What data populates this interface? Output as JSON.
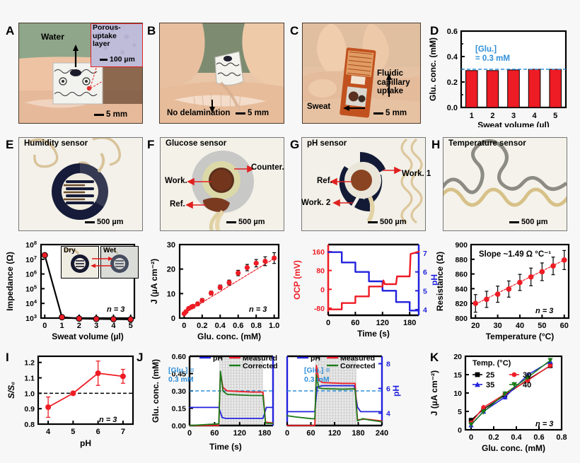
{
  "figure": {
    "background": "#f7f7f7",
    "accent_red": "#ee1c25",
    "accent_blue": "#2222dd",
    "accent_green": "#1a7a1a",
    "dash_blue": "#2f8fd8"
  },
  "panels": {
    "A": {
      "label": "A",
      "annotations": {
        "water": "Water",
        "porous_uptake_layer": "Porous-\nuptake\nlayer",
        "inset_scale": "100 µm",
        "scale": "5 mm"
      }
    },
    "B": {
      "label": "B",
      "annotations": {
        "no_delamination": "No delamination",
        "scale": "5 mm"
      }
    },
    "C": {
      "label": "C",
      "annotations": {
        "fluidic": "Fluidic\ncapillary\nuptake",
        "sweat": "Sweat",
        "scale": "5 mm"
      }
    },
    "D": {
      "label": "D",
      "annotation": "[Glu.]\n= 0.3 mM",
      "chart_data": {
        "type": "bar",
        "categories": [
          "1",
          "2",
          "3",
          "4",
          "5"
        ],
        "values": [
          0.29,
          0.29,
          0.295,
          0.3,
          0.3
        ],
        "reference_line": 0.3,
        "title": "",
        "xlabel": "Sweat volume (µl)",
        "ylabel": "Glu. conc. (mM)",
        "ylim": [
          0.0,
          0.6
        ],
        "yticks": [
          "0.0",
          "0.2",
          "0.4",
          "0.6"
        ],
        "grid": false,
        "bar_color": "#ee1c25"
      }
    },
    "E": {
      "label": "E",
      "photo_caption": "Humidity sensor",
      "scale": "500 µm",
      "inset": {
        "dry": "Dry",
        "wet": "Wet"
      },
      "n_label": "n = 3",
      "chart_data": {
        "type": "line",
        "x": [
          0,
          1,
          2,
          3,
          4,
          5
        ],
        "values": [
          19000000,
          1150,
          930,
          880,
          850,
          820
        ],
        "xlabel": "Sweat volume (µl)",
        "ylabel": "Impedance (Ω)",
        "xticks": [
          "0",
          "1",
          "2",
          "3",
          "4",
          "5"
        ],
        "yticks": [
          "10³",
          "10⁴",
          "10⁵",
          "10⁶",
          "10⁷",
          "10⁸"
        ],
        "yscale": "log",
        "ylim": [
          1000,
          100000000
        ],
        "marker_color": "#ee1c25",
        "line_color": "#000000"
      }
    },
    "F": {
      "label": "F",
      "photo_caption": "Glucose sensor",
      "scale": "500 µm",
      "markers": {
        "counter": "Counter.",
        "work": "Work.",
        "ref": "Ref."
      },
      "n_label": "n = 3",
      "chart_data": {
        "type": "scatter",
        "x": [
          0.0,
          0.02,
          0.05,
          0.08,
          0.1,
          0.15,
          0.2,
          0.3,
          0.4,
          0.5,
          0.6,
          0.7,
          0.8,
          0.9,
          1.0
        ],
        "values": [
          1.8,
          2.6,
          3.9,
          4.5,
          4.8,
          5.8,
          7.2,
          10.2,
          12.6,
          14.5,
          18.4,
          20.6,
          22.4,
          23.2,
          24.5
        ],
        "errors": [
          0.5,
          0.5,
          0.6,
          0.6,
          0.7,
          0.7,
          0.8,
          0.8,
          0.9,
          1.0,
          1.1,
          1.3,
          1.5,
          1.8,
          2.2
        ],
        "xlabel": "Glu. conc. (mM)",
        "ylabel": "J (µA cm⁻²)",
        "xticks": [
          "0",
          "0.2",
          "0.4",
          "0.6",
          "0.8",
          "1.0"
        ],
        "yticks": [
          "0",
          "10",
          "20",
          "30"
        ],
        "xlim": [
          -0.05,
          1.05
        ],
        "ylim": [
          0,
          30
        ],
        "marker_color": "#ee1c25",
        "fit": "linear"
      }
    },
    "G": {
      "label": "G",
      "photo_caption": "pH sensor",
      "scale": "500 µm",
      "markers": {
        "work1": "Work. 1",
        "ref": "Ref.",
        "work2": "Work. 2"
      },
      "chart_data": {
        "type": "line",
        "xlabel": "Time (s)",
        "ylabel_left": "OCP (mV)",
        "ylabel_right": "pH",
        "xticks": [
          "0",
          "60",
          "120",
          "180"
        ],
        "yticks_left": [
          "-80",
          "0",
          "80",
          "160"
        ],
        "yticks_right": [
          "4",
          "5",
          "6",
          "7"
        ],
        "xlim": [
          0,
          200
        ],
        "ylim_left": [
          -110,
          190
        ],
        "ylim_right": [
          3.7,
          7.45
        ],
        "series": [
          {
            "name": "OCP",
            "color": "#ee1c25",
            "steps": [
              [
                0,
                -85
              ],
              [
                30,
                -85
              ],
              [
                30,
                -58
              ],
              [
                60,
                -58
              ],
              [
                60,
                -30
              ],
              [
                90,
                -30
              ],
              [
                90,
                12
              ],
              [
                120,
                12
              ],
              [
                122,
                38
              ],
              [
                125,
                22
              ],
              [
                150,
                22
              ],
              [
                152,
                55
              ],
              [
                180,
                55
              ],
              [
                182,
                150
              ],
              [
                200,
                160
              ]
            ]
          },
          {
            "name": "pH",
            "color": "#2222dd",
            "steps": [
              [
                0,
                7.05
              ],
              [
                30,
                7.05
              ],
              [
                30,
                6.5
              ],
              [
                60,
                6.5
              ],
              [
                60,
                6.0
              ],
              [
                90,
                6.0
              ],
              [
                90,
                5.5
              ],
              [
                120,
                5.5
              ],
              [
                120,
                5.0
              ],
              [
                150,
                5.0
              ],
              [
                150,
                4.4
              ],
              [
                180,
                4.4
              ],
              [
                180,
                3.95
              ],
              [
                200,
                3.95
              ]
            ]
          }
        ]
      }
    },
    "H": {
      "label": "H",
      "photo_caption": "Temperature sensor",
      "scale": "500 µm",
      "slope_label": "Slope ~1.49 Ω °C⁻¹",
      "n_label": "n = 3",
      "chart_data": {
        "type": "scatter",
        "x": [
          20,
          25,
          30,
          35,
          40,
          45,
          50,
          55,
          60
        ],
        "values": [
          820,
          825.5,
          832.5,
          839.5,
          848.5,
          856,
          863,
          871,
          879
        ],
        "errors": [
          12,
          11,
          11,
          11,
          11,
          12,
          12,
          12,
          13
        ],
        "xlabel": "Temperature (°C)",
        "ylabel": "Resistance (Ω)",
        "xticks": [
          "20",
          "30",
          "40",
          "50",
          "60"
        ],
        "yticks": [
          "800",
          "820",
          "840",
          "860",
          "880",
          "900"
        ],
        "xlim": [
          18,
          62
        ],
        "ylim": [
          800,
          900
        ],
        "marker_color": "#ee1c25"
      }
    },
    "I": {
      "label": "I",
      "n_label": "n = 3",
      "chart_data": {
        "type": "line",
        "x": [
          4,
          5,
          6,
          7
        ],
        "values": [
          0.91,
          1.0,
          1.13,
          1.11
        ],
        "errors": [
          0.066,
          0.0,
          0.079,
          0.045
        ],
        "reference_line": 1.0,
        "xlabel": "pH",
        "ylabel": "S/S₀",
        "xticks": [
          "4",
          "5",
          "6",
          "7"
        ],
        "yticks": [
          "0.8",
          "0.9",
          "1.0",
          "1.1",
          "1.2"
        ],
        "xlim": [
          3.6,
          7.4
        ],
        "ylim": [
          0.8,
          1.24
        ],
        "marker_color": "#ee1c25"
      }
    },
    "J": {
      "label": "J",
      "xlabel": "Time (s)",
      "legend": [
        {
          "name": "pH",
          "color": "#2222dd"
        },
        {
          "name": "Measured",
          "color": "#ee1c25"
        },
        {
          "name": "Corrected",
          "color": "#1a7a1a"
        }
      ],
      "annotation": "[Glu.] =\n0.3 mM",
      "charts": [
        {
          "type": "line",
          "ylabel": "Glu. conc. (mM)",
          "xticks": [
            "0",
            "60",
            "120",
            "180"
          ],
          "yticks": [
            "0.00",
            "0.15",
            "0.30",
            "0.45",
            "0.60"
          ],
          "xlim": [
            0,
            200
          ],
          "ylim": [
            0.0,
            0.6
          ],
          "reference_line": 0.3,
          "shaded_region": [
            72,
            176
          ],
          "series": [
            {
              "name": "pH",
              "color": "#2222dd",
              "points": [
                [
                  0,
                  0.157
                ],
                [
                  70,
                  0.157
                ],
                [
                  78,
                  0.07
                ],
                [
                  86,
                  0.062
                ],
                [
                  176,
                  0.062
                ],
                [
                  184,
                  0.157
                ],
                [
                  200,
                  0.157
                ]
              ]
            },
            {
              "name": "Measured",
              "color": "#ee1c25",
              "points": [
                [
                  0,
                  0.0
                ],
                [
                  70,
                  0.0
                ],
                [
                  74,
                  0.46
                ],
                [
                  80,
                  0.33
                ],
                [
                  90,
                  0.3
                ],
                [
                  120,
                  0.295
                ],
                [
                  150,
                  0.29
                ],
                [
                  176,
                  0.29
                ],
                [
                  182,
                  0.03
                ],
                [
                  200,
                  0.022
                ]
              ]
            },
            {
              "name": "Corrected",
              "color": "#1a7a1a",
              "points": [
                [
                  0,
                  0.0
                ],
                [
                  70,
                  0.015
                ],
                [
                  74,
                  0.47
                ],
                [
                  80,
                  0.3
                ],
                [
                  90,
                  0.27
                ],
                [
                  120,
                  0.265
                ],
                [
                  150,
                  0.26
                ],
                [
                  176,
                  0.26
                ],
                [
                  182,
                  0.02
                ],
                [
                  200,
                  0.018
                ]
              ]
            }
          ]
        },
        {
          "type": "line",
          "ylabel_right": "pH",
          "xticks": [
            "0",
            "60",
            "120",
            "180",
            "240"
          ],
          "yticks_right": [
            "4",
            "6",
            "8"
          ],
          "xlim": [
            0,
            240
          ],
          "ylim": [
            0.0,
            0.6
          ],
          "ylim_right": [
            3.0,
            8.6
          ],
          "reference_line": 0.3,
          "shaded_region": [
            72,
            176
          ],
          "series": [
            {
              "name": "pH",
              "color": "#2222dd",
              "points": [
                [
                  0,
                  0.12
                ],
                [
                  70,
                  0.12
                ],
                [
                  76,
                  0.335
                ],
                [
                  90,
                  0.345
                ],
                [
                  170,
                  0.345
                ],
                [
                  178,
                  0.16
                ],
                [
                  186,
                  0.12
                ],
                [
                  240,
                  0.12
                ]
              ]
            },
            {
              "name": "Measured",
              "color": "#ee1c25",
              "points": [
                [
                  0,
                  0.0
                ],
                [
                  70,
                  0.0
                ],
                [
                  74,
                  0.52
                ],
                [
                  80,
                  0.39
                ],
                [
                  90,
                  0.372
                ],
                [
                  140,
                  0.365
                ],
                [
                  172,
                  0.365
                ],
                [
                  178,
                  0.05
                ],
                [
                  200,
                  0.055
                ],
                [
                  240,
                  0.04
                ]
              ]
            },
            {
              "name": "Corrected",
              "color": "#1a7a1a",
              "points": [
                [
                  0,
                  0.085
                ],
                [
                  20,
                  0.075
                ],
                [
                  60,
                  0.06
                ],
                [
                  70,
                  0.058
                ],
                [
                  74,
                  0.44
                ],
                [
                  80,
                  0.325
                ],
                [
                  90,
                  0.32
                ],
                [
                  140,
                  0.315
                ],
                [
                  172,
                  0.318
                ],
                [
                  178,
                  0.04
                ],
                [
                  192,
                  0.06
                ],
                [
                  205,
                  0.05
                ],
                [
                  240,
                  0.032
                ]
              ]
            }
          ]
        }
      ]
    },
    "K": {
      "label": "K",
      "legend_title": "Temp. (°C)",
      "n_label": "n = 3",
      "chart_data": {
        "type": "scatter",
        "x": [
          0,
          0.11,
          0.3,
          0.5,
          0.7
        ],
        "xlabel": "Glu. conc. (mM)",
        "ylabel": "J (µA cm⁻²)",
        "xticks": [
          "0",
          "0.2",
          "0.4",
          "0.6",
          "0.8"
        ],
        "yticks": [
          "0",
          "5",
          "10",
          "15",
          "20"
        ],
        "xlim": [
          -0.05,
          0.8
        ],
        "ylim": [
          0,
          20
        ],
        "series": [
          {
            "name": "25",
            "color": "#000000",
            "marker": "square",
            "values": [
              2.6,
              5.6,
              9.4,
              13.6,
              17.4
            ]
          },
          {
            "name": "30",
            "color": "#ee1c25",
            "marker": "circle",
            "values": [
              1.9,
              6.1,
              9.7,
              13.4,
              17.5
            ]
          },
          {
            "name": "35",
            "color": "#2222dd",
            "marker": "triangle-up",
            "values": [
              1.3,
              5.0,
              8.9,
              14.9,
              18.6
            ]
          },
          {
            "name": "40",
            "color": "#1a7a1a",
            "marker": "triangle-down",
            "values": [
              1.4,
              4.9,
              9.8,
              14.2,
              18.9
            ]
          }
        ]
      }
    }
  }
}
